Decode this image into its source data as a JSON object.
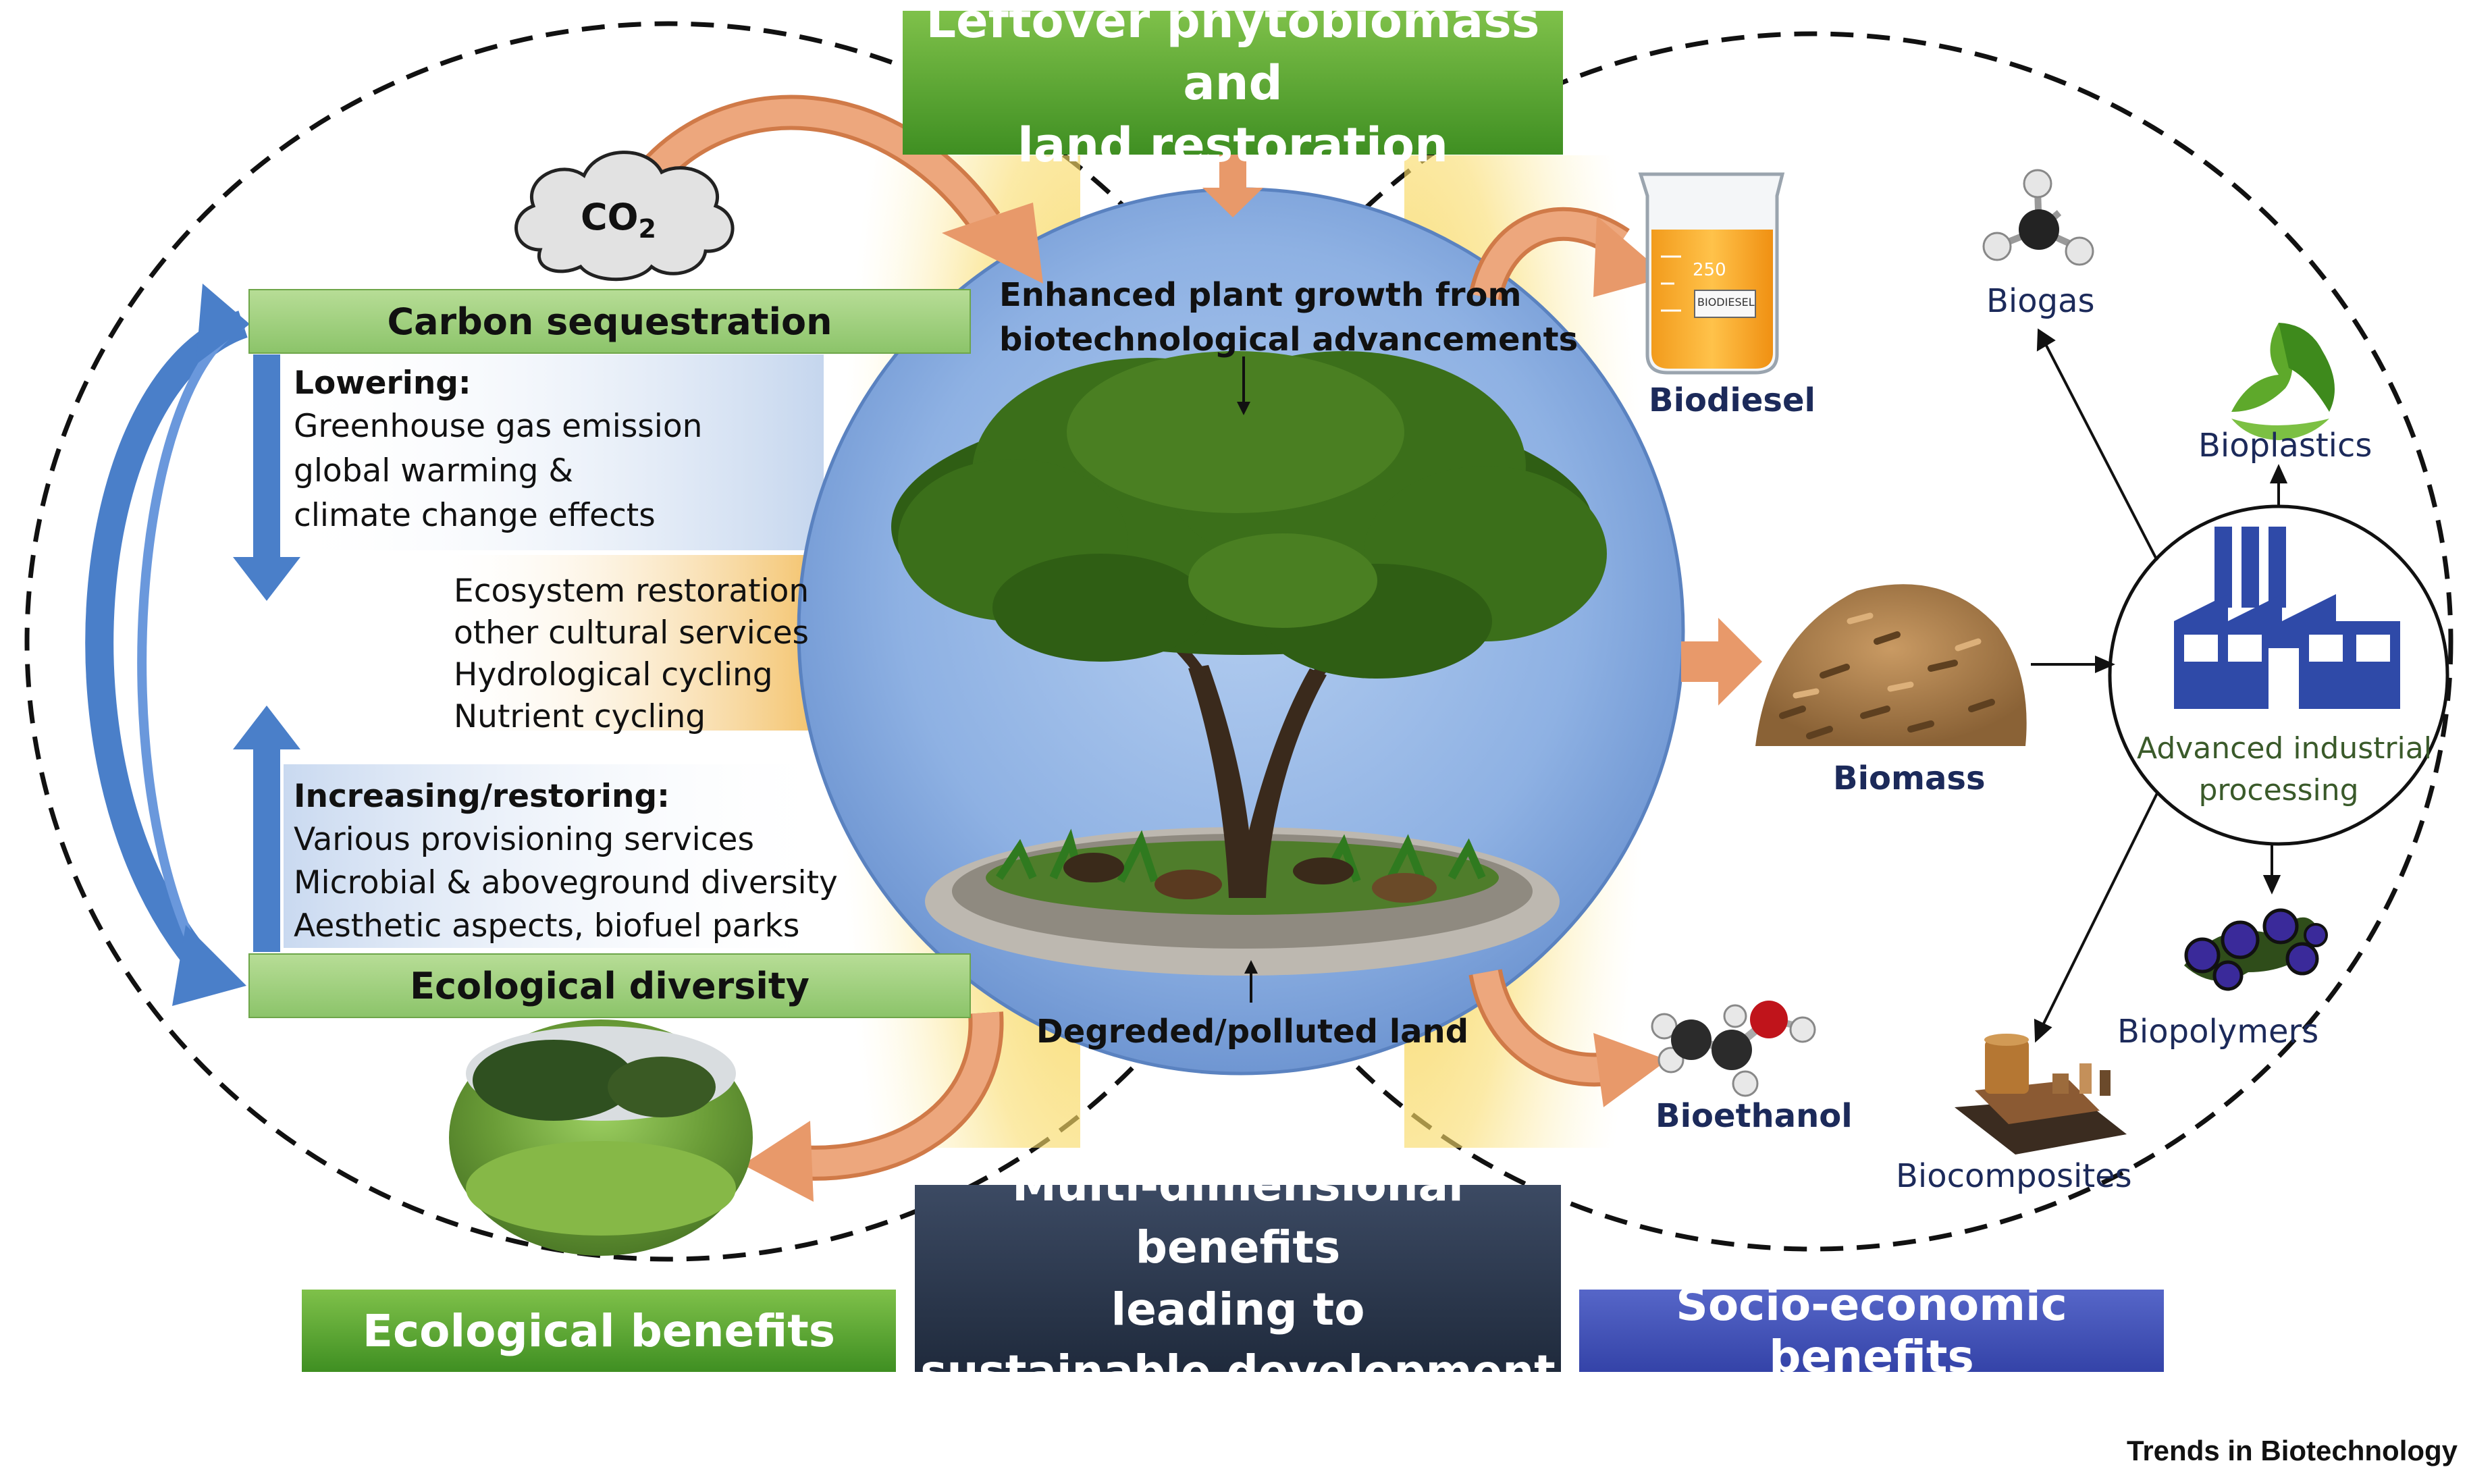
{
  "top_box": {
    "line1": "Leftover phytobiomass and",
    "line2": "land restoration"
  },
  "co2": {
    "text": "CO",
    "subscript": "2"
  },
  "carbon_band": "Carbon sequestration",
  "eco_band": "Ecological diversity",
  "lowering": {
    "heading": "Lowering:",
    "items": [
      "Greenhouse gas emission",
      "global warming &",
      "climate change effects"
    ]
  },
  "ecosystem_services": [
    "Ecosystem restoration",
    "other cultural services",
    "Hydrological cycling",
    "Nutrient cycling"
  ],
  "increasing": {
    "heading": "Increasing/restoring:",
    "items": [
      "Various provisioning services",
      "Microbial & aboveground diversity",
      "Aesthetic aspects, biofuel parks"
    ]
  },
  "center": {
    "top_label_line1": "Enhanced plant growth from",
    "top_label_line2": "biotechnological advancements",
    "bottom_label": "Degreded/polluted land"
  },
  "products": {
    "biodiesel": "Biodiesel",
    "biomass": "Biomass",
    "bioethanol": "Bioethanol",
    "biogas": "Biogas",
    "bioplastics": "Bioplastics",
    "biopolymers": "Biopolymers",
    "biocomposites": "Biocomposites"
  },
  "beaker_labels": {
    "volume": "250",
    "label": "BIODIESEL"
  },
  "factory": {
    "line1": "Advanced industrial",
    "line2": "processing"
  },
  "bottom": {
    "ecological": "Ecological benefits",
    "multi_line1": "Multi-dimensional benefits",
    "multi_line2": "leading to",
    "multi_line3": "sustainable development",
    "socio": "Socio-economic benefits"
  },
  "journal": "Trends in Biotechnology",
  "colors": {
    "green": "#4c9a2a",
    "navy_box": "#2a3650",
    "blue_box": "#3f4fb5",
    "arrow_blue": "#4a7fc9",
    "arrow_orange": "#e8996a",
    "circle_fill": "#8fb4e6",
    "label_navy": "#1c2a5a"
  }
}
